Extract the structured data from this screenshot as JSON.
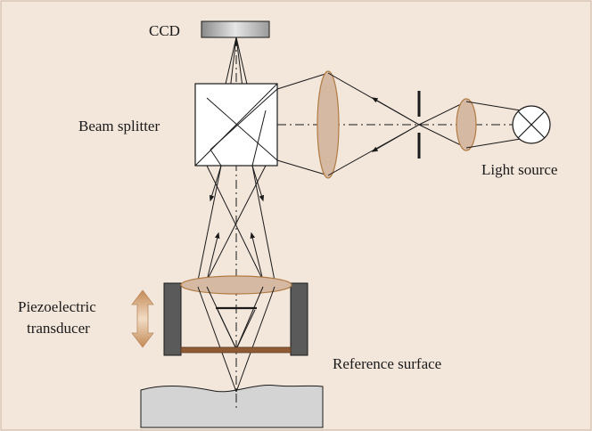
{
  "labels": {
    "ccd": "CCD",
    "beam_splitter": "Beam splitter",
    "light_source": "Light source",
    "piezo_line1": "Piezoelectric",
    "piezo_line2": "transducer",
    "reference_surface": "Reference surface"
  },
  "colors": {
    "background": "#f3e6db",
    "border": "#d9c4b2",
    "line": "#1a1a1a",
    "lens_fill": "#d6b9a2",
    "lens_stroke": "#b07b44",
    "housing": "#5a5a5a",
    "reference_plate": "#8e5b34",
    "sample": "#d4d4d4",
    "arrow": "#b98a5e"
  }
}
